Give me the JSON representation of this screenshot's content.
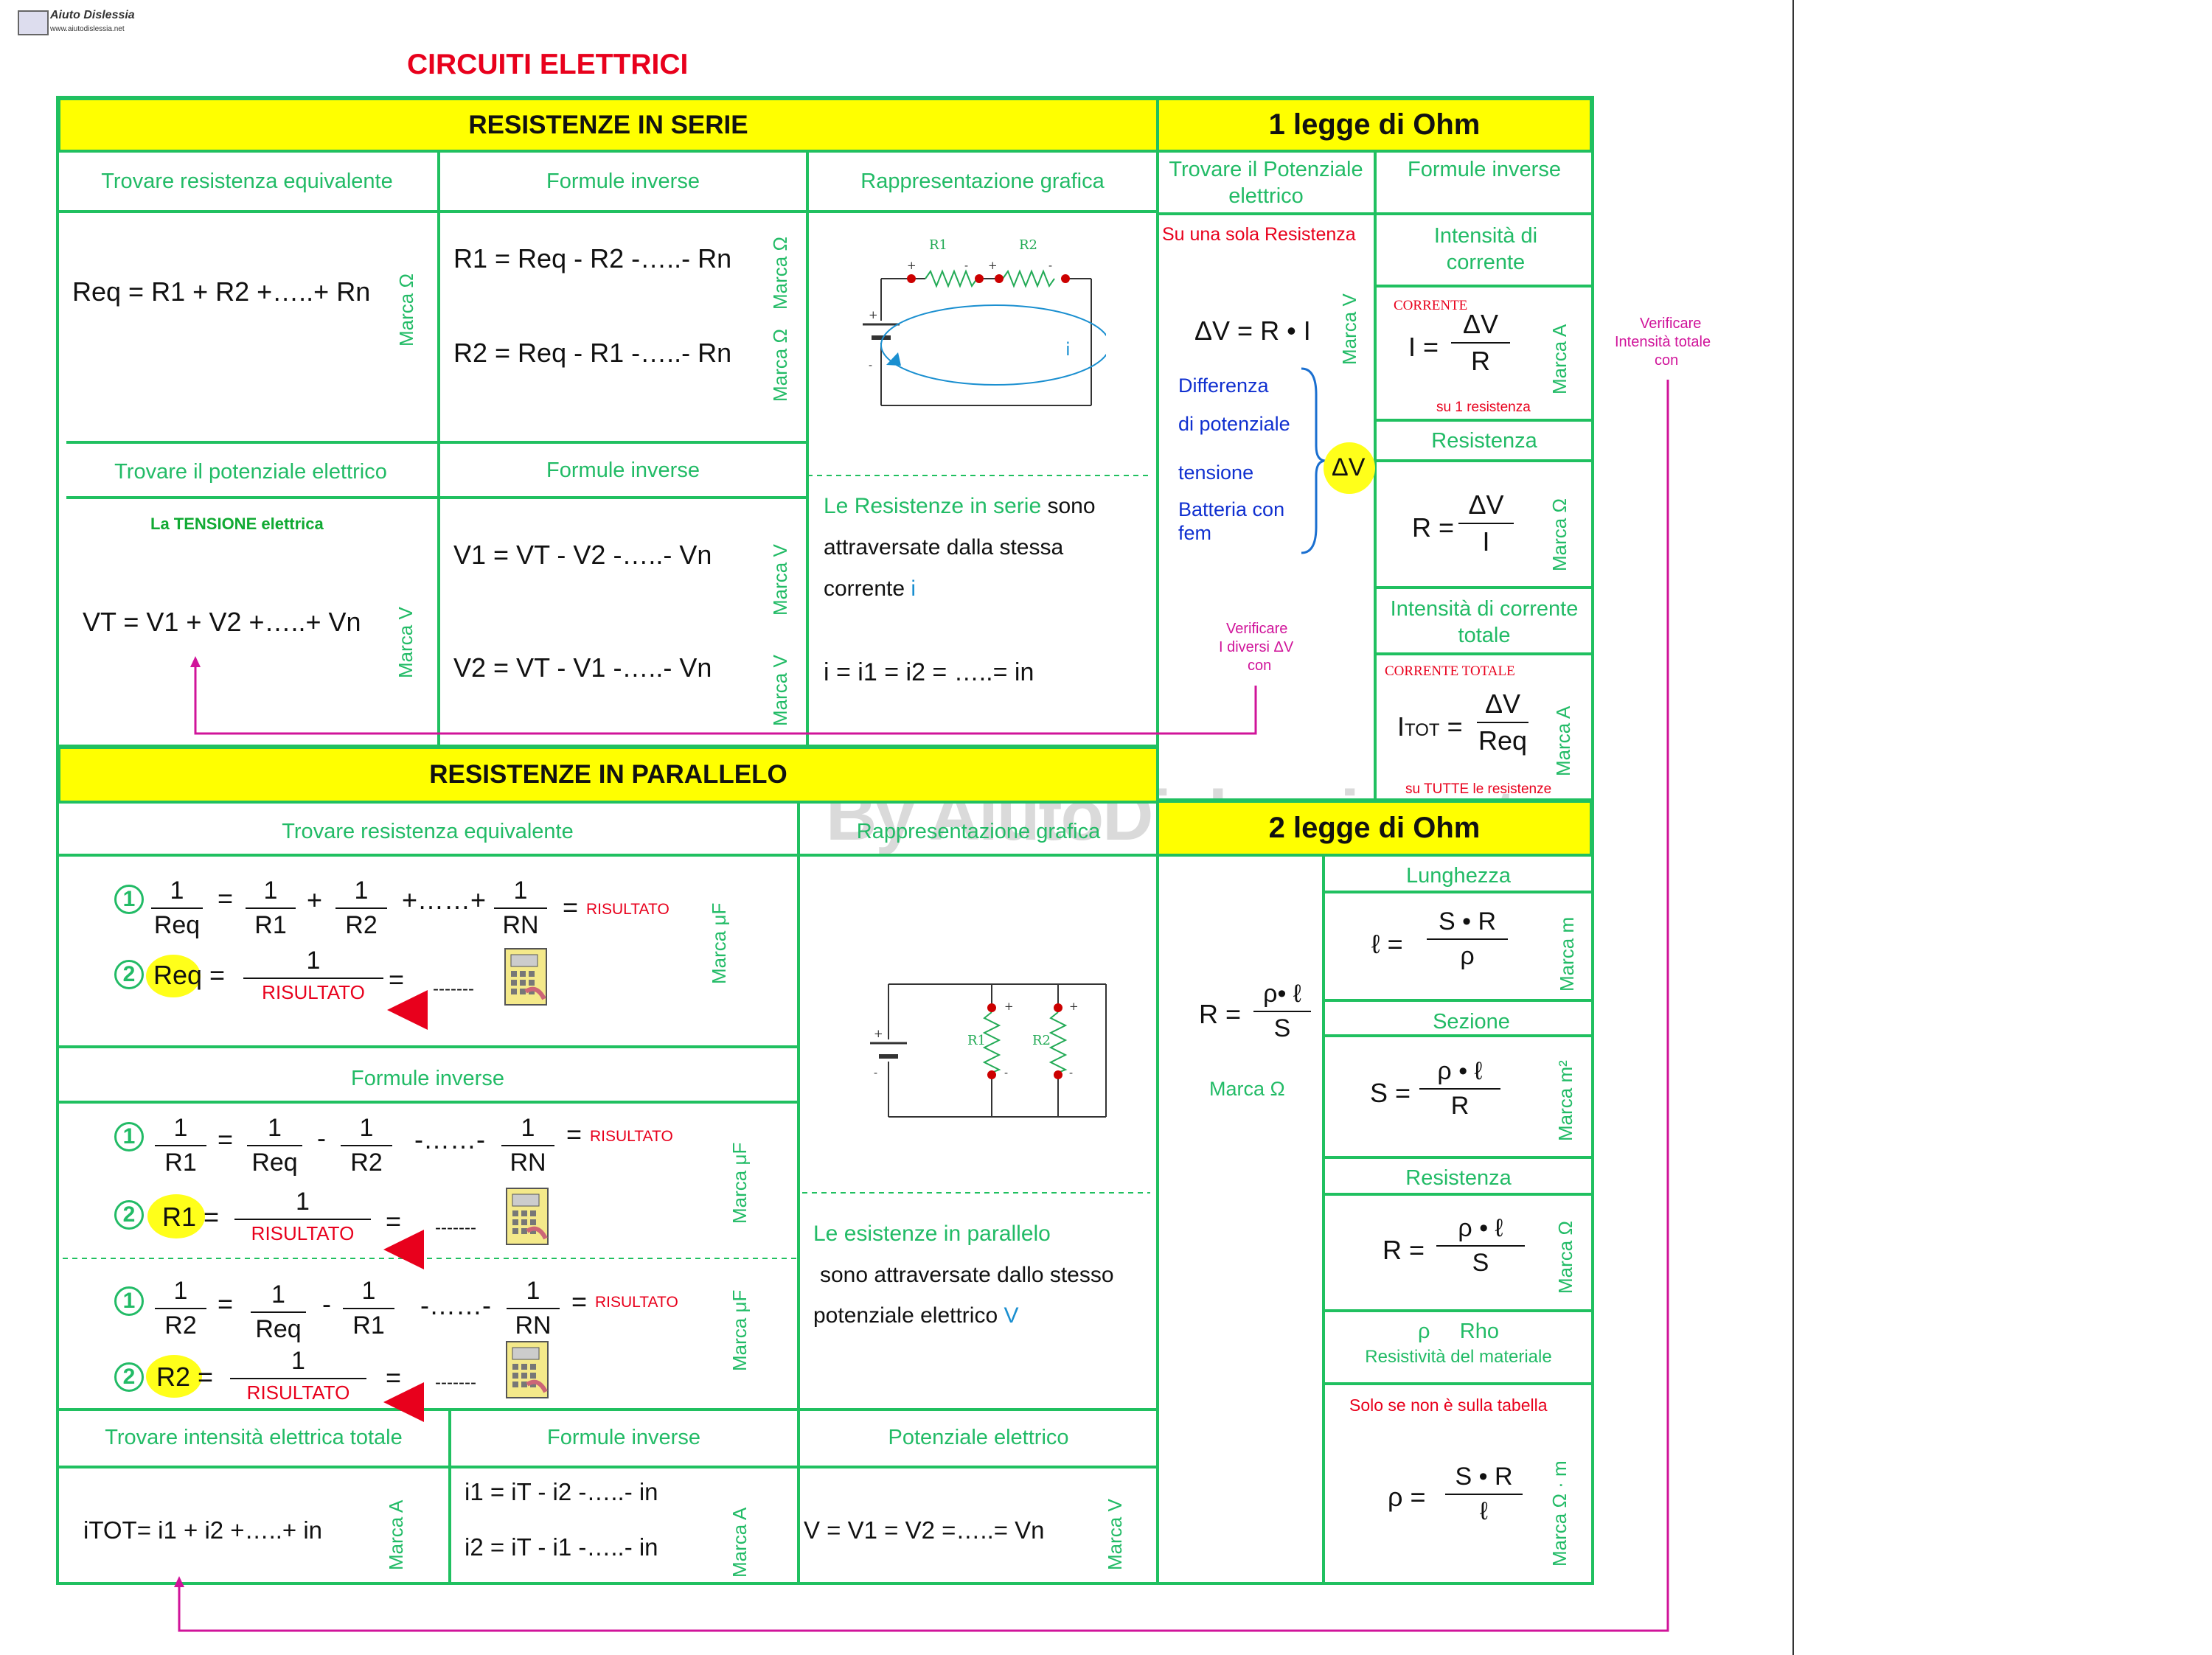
{
  "logo": {
    "name": "Aiuto Dislessia",
    "url": "www.aiutodislessia.net"
  },
  "title": "CIRCUITI ELETTRICI",
  "watermark": "By AiutoDislessia.net",
  "serie": {
    "header": "RESISTENZE IN SERIE",
    "h_req": "Trovare resistenza  equivalente",
    "h_inv": "Formule inverse",
    "h_graf": "Rappresentazione grafica",
    "req_formula": "Req = R1 + R2 +…..+ Rn",
    "inv1": "R1 = Req - R2 -…..- Rn",
    "inv2": "R2 = Req - R1 -…..- Rn",
    "marca_ohm": "Marca Ω",
    "h_pot": "Trovare il potenziale elettrico",
    "h_inv2": "Formule inverse",
    "tensione": "La TENSIONE elettrica",
    "vt_formula": "VT = V1 + V2 +…..+ Vn",
    "v1": "V1 = VT - V2 -…..- Vn",
    "v2": "V2 = VT - V1 -…..- Vn",
    "marca_v": "Marca V",
    "desc1": "Le Resistenze in serie",
    "desc1b": " sono",
    "desc2": "attraversate dalla stessa",
    "desc3": "corrente ",
    "desc3i": "i",
    "i_formula": "i = i1 = i2 = …..= in",
    "r1": "R1",
    "r2": "R2",
    "i_label": "i"
  },
  "parallelo": {
    "header": "RESISTENZE IN PARALLELO",
    "h_req": "Trovare resistenza equivalente",
    "h_graf": "Rappresentazione grafica",
    "h_inv": "Formule inverse",
    "risultato": "RISULTATO",
    "risultato_caps": "RISULTATO",
    "marca_uf": "Marca μF",
    "n1": "1",
    "n2": "2",
    "desc1": "Le esistenze in parallelo",
    "desc2": "sono attraversate dallo stesso",
    "desc3": "potenziale elettrico ",
    "desc3v": "V",
    "h_itot": "Trovare intensità elettrica totale",
    "h_inv2": "Formule inverse",
    "h_pot": "Potenziale elettrico",
    "itot_formula": "iTOT= i1 + i2 +…..+ in",
    "i1": "i1 = iT - i2 -…..- in",
    "i2": "i2 = iT - i1 -…..- in",
    "v_formula": "V = V1 = V2 =…..= Vn",
    "marca_a": "Marca A",
    "marca_v": "Marca V",
    "dots_a": "+……+",
    "dots_b": "-……-",
    "dashes": "-------"
  },
  "ohm1": {
    "header": "1 legge di Ohm",
    "h_trovare": "Trovare il Potenziale elettrico",
    "h_formule": "Formule inverse",
    "sola": "Su una sola Resistenza",
    "dv_formula": "ΔV = R • I",
    "marca_v": "Marca V",
    "diff1": "Differenza",
    "diff2": "di potenziale",
    "tensione": "tensione",
    "batt1": "Batteria con",
    "batt2": "fem",
    "dv": "ΔV",
    "intensita": "Intensità di corrente",
    "corrente": "CORRENTE",
    "su1": "su 1 resistenza",
    "marca_a": "Marca A",
    "resistenza": "Resistenza",
    "marca_ohm": "Marca Ω",
    "int_tot": "Intensità di corrente totale",
    "corr_tot": "CORRENTE TOTALE",
    "su_tutte": "su TUTTE le resistenze",
    "verif1a": "Verificare",
    "verif1b": "I diversi ΔV",
    "verif1c": "con",
    "verif2a": "Verificare",
    "verif2b": "Intensità totale",
    "verif2c": "con"
  },
  "ohm2": {
    "header": "2 legge di Ohm",
    "marca_ohm": "Marca Ω",
    "lunghezza": "Lunghezza",
    "marca_m": "Marca m",
    "sezione": "Sezione",
    "marca_m2": "Marca m²",
    "resistenza": "Resistenza",
    "rho_title": "ρ     Rho",
    "rho_sub": "Resistività del materiale",
    "solo": "Solo se non è sulla tabella",
    "marca_om": "Marca Ω · m"
  },
  "colors": {
    "green": "#22bb66",
    "yellow": "#ffff00",
    "red": "#e8001c",
    "magenta": "#d0149a",
    "blue": "#1030d0"
  }
}
